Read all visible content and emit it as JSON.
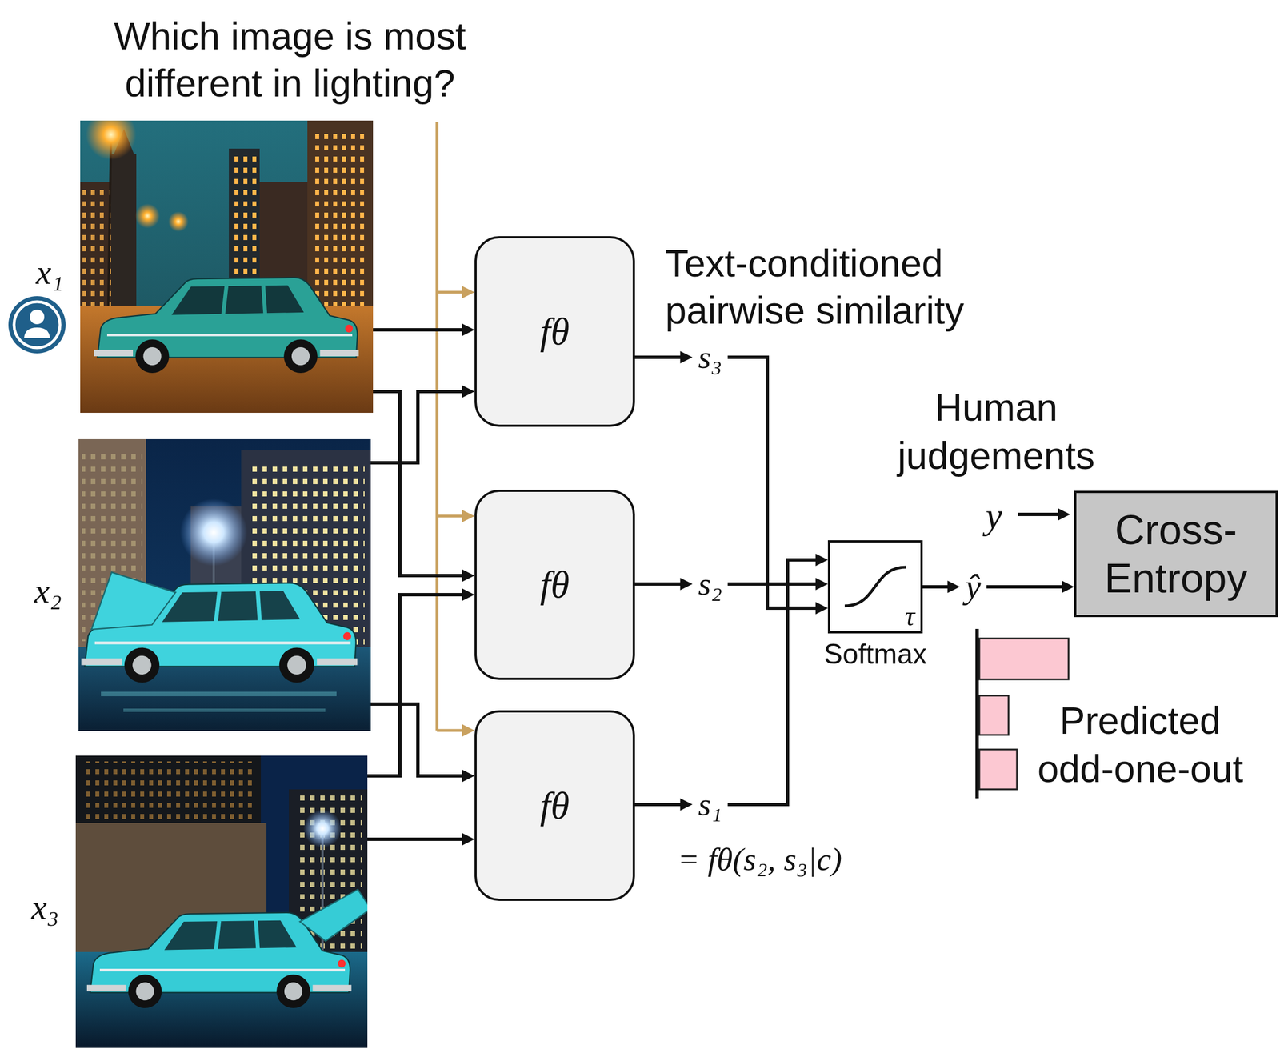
{
  "diagram": {
    "title": "Which image is most different in lighting?",
    "nodes": [
      {
        "text": [
          "x₁"
        ]
      },
      {
        "text": [
          "x₂"
        ]
      },
      {
        "text": [
          "x₃"
        ]
      },
      {
        "text": [
          "fθ"
        ]
      },
      {
        "text": [
          "fθ"
        ]
      },
      {
        "text": [
          "fθ"
        ]
      },
      {
        "text": [
          "τ",
          "Softmax"
        ]
      },
      {
        "text": [
          "Cross-Entropy"
        ]
      }
    ],
    "edges": [
      {
        "from": 0,
        "to": 3,
        "arrow": "to"
      },
      {
        "from": 0,
        "to": 4,
        "arrow": "to"
      },
      {
        "from": 1,
        "to": 3,
        "arrow": "to"
      },
      {
        "from": 1,
        "to": 5,
        "arrow": "to"
      },
      {
        "from": 2,
        "to": 4,
        "arrow": "to"
      },
      {
        "from": 2,
        "to": 5,
        "arrow": "to"
      },
      {
        "from": 3,
        "to": 6,
        "label": "s₃",
        "arrow": "to"
      },
      {
        "from": 4,
        "to": 6,
        "label": "s₂",
        "arrow": "to"
      },
      {
        "from": 5,
        "to": 6,
        "label": "s₁",
        "arrow": "to"
      },
      {
        "from": 6,
        "to": 7,
        "label": "ŷ",
        "arrow": "to"
      }
    ],
    "labels": [
      "Text-conditioned pairwise similarity",
      "= fθ(s₂, s₃|c)",
      "Human judgements",
      "y",
      "Predicted odd-one-out"
    ]
  }
}
